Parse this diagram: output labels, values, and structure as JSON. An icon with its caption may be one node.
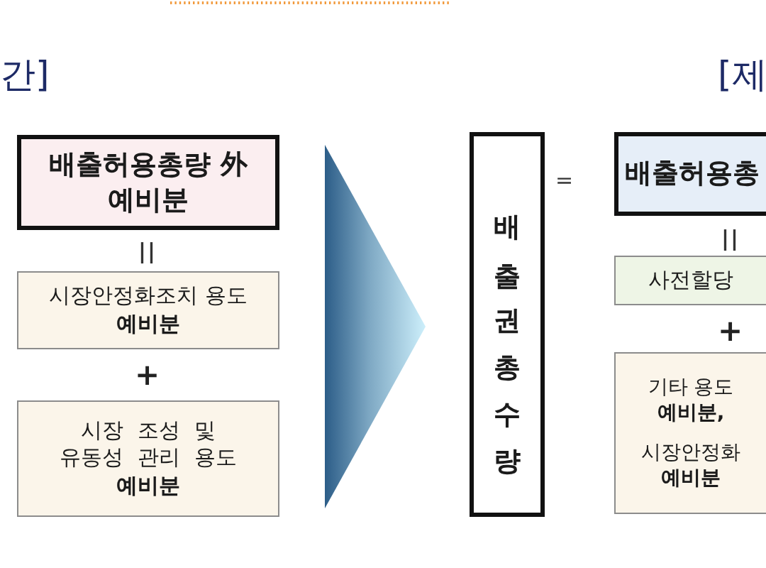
{
  "diagram": {
    "nodes": [
      {
        "text": [
          "배출허용총량 外 예비분"
        ]
      },
      {
        "text": [
          "시장안정화조치 용도 **예비분**"
        ]
      },
      {
        "text": [
          "시장 조성 및 유동성 관리 용도 **예비분**"
        ]
      },
      {
        "text": [
          "배출권총수량"
        ]
      },
      {
        "text": [
          "배출허용총"
        ]
      },
      {
        "text": [
          "사전할당"
        ]
      },
      {
        "text": [
          "기타 용도 **예비분,**",
          "시장안정화 **예비분**"
        ]
      }
    ],
    "edges": [
      {
        "from": 1,
        "to": 3,
        "arrow": "to"
      }
    ],
    "labels": [
      "간]",
      "[제",
      "||",
      "+",
      "=",
      "||",
      "+"
    ]
  }
}
